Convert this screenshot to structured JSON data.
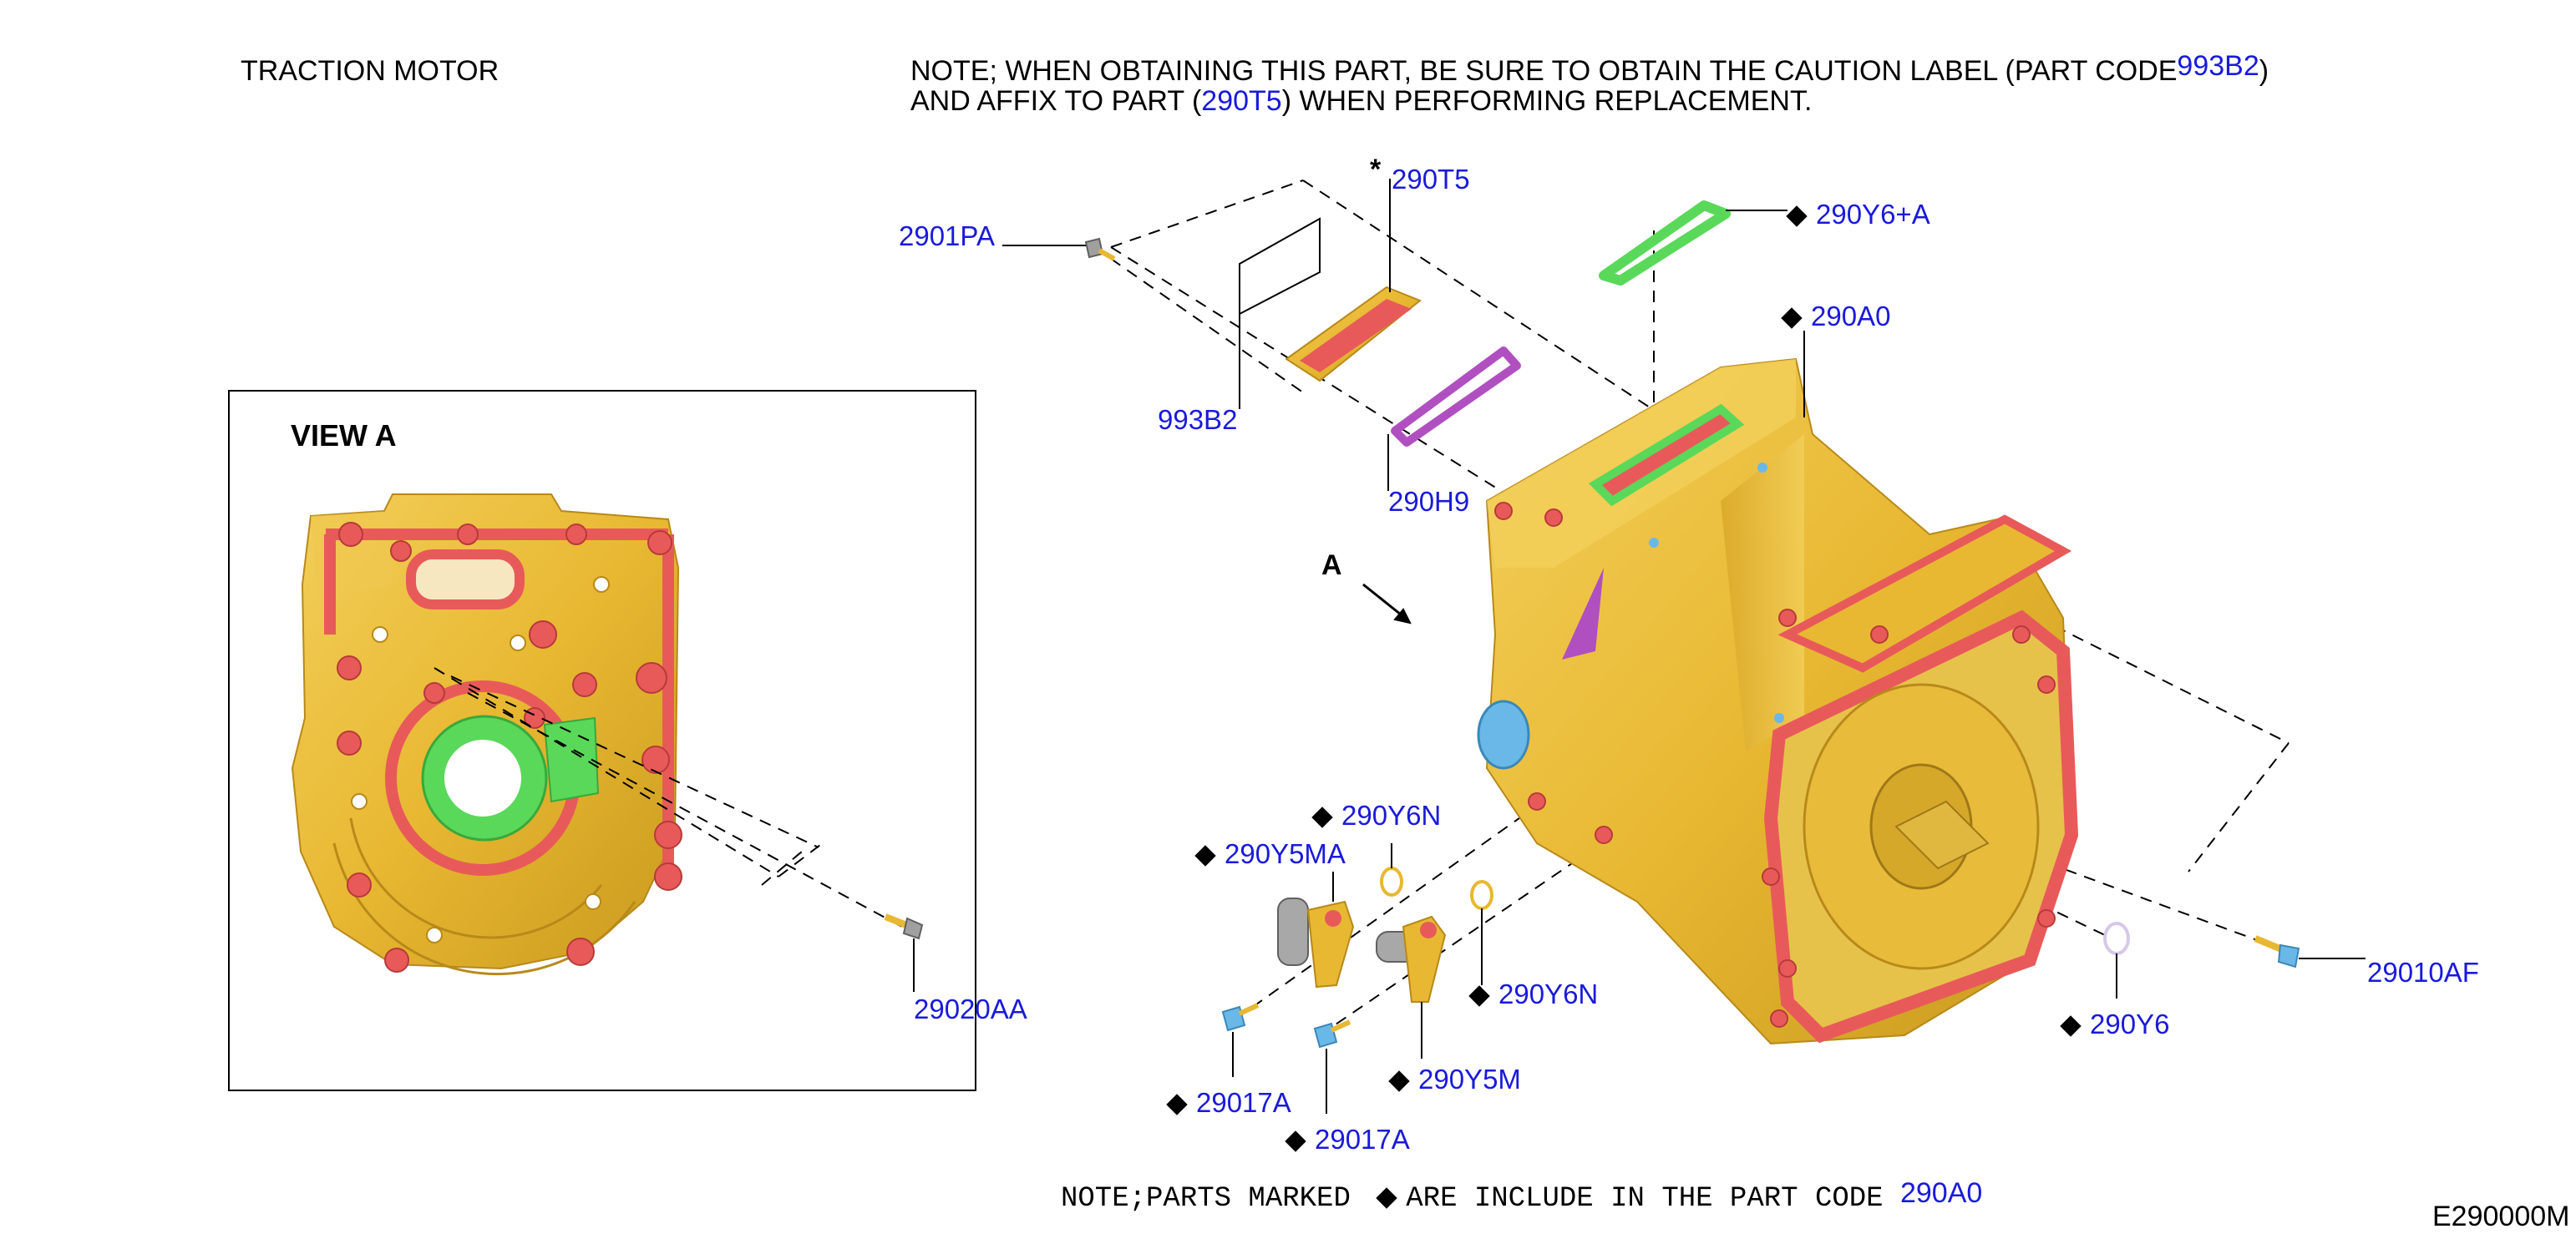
{
  "header": {
    "title": "TRACTION MOTOR",
    "note_line1_prefix": "NOTE; WHEN OBTAINING THIS PART, BE SURE TO OBTAIN THE CAUTION LABEL (PART CODE",
    "note_line1_code": "993B2",
    "note_line1_suffix": ")",
    "note_line2_prefix": "AND AFFIX TO PART (",
    "note_line2_code": "290T5",
    "note_line2_suffix": ") WHEN PERFORMING REPLACEMENT."
  },
  "view_a": {
    "label": "VIEW A",
    "callout_29020AA": "29020AA"
  },
  "arrow_label": "A",
  "callouts": {
    "c2901PA": "2901PA",
    "c290T5": "290T5",
    "c290Y6A": "290Y6+A",
    "c290A0": "290A0",
    "c993B2": "993B2",
    "c290H9": "290H9",
    "c290Y6N_top": "290Y6N",
    "c290Y5MA": "290Y5MA",
    "c290Y6N_right": "290Y6N",
    "c290Y5M": "290Y5M",
    "c29017A_1": "29017A",
    "c29017A_2": "29017A",
    "c290Y6": "290Y6",
    "c29010AF": "29010AF",
    "star": "*"
  },
  "footer": {
    "note_prefix": "NOTE;PARTS MARKED",
    "note_middle": "ARE INCLUDE IN THE PART CODE",
    "note_code": "290A0",
    "code": "E290000M"
  },
  "colors": {
    "callout_blue": "#1a1adb",
    "housing_gold": "#e8b832",
    "housing_shadow": "#c99a1e",
    "gasket_red": "#e85a5a",
    "gasket_green": "#5ad85a",
    "gasket_purple": "#b050c0",
    "plug_blue": "#6ab8e8"
  }
}
